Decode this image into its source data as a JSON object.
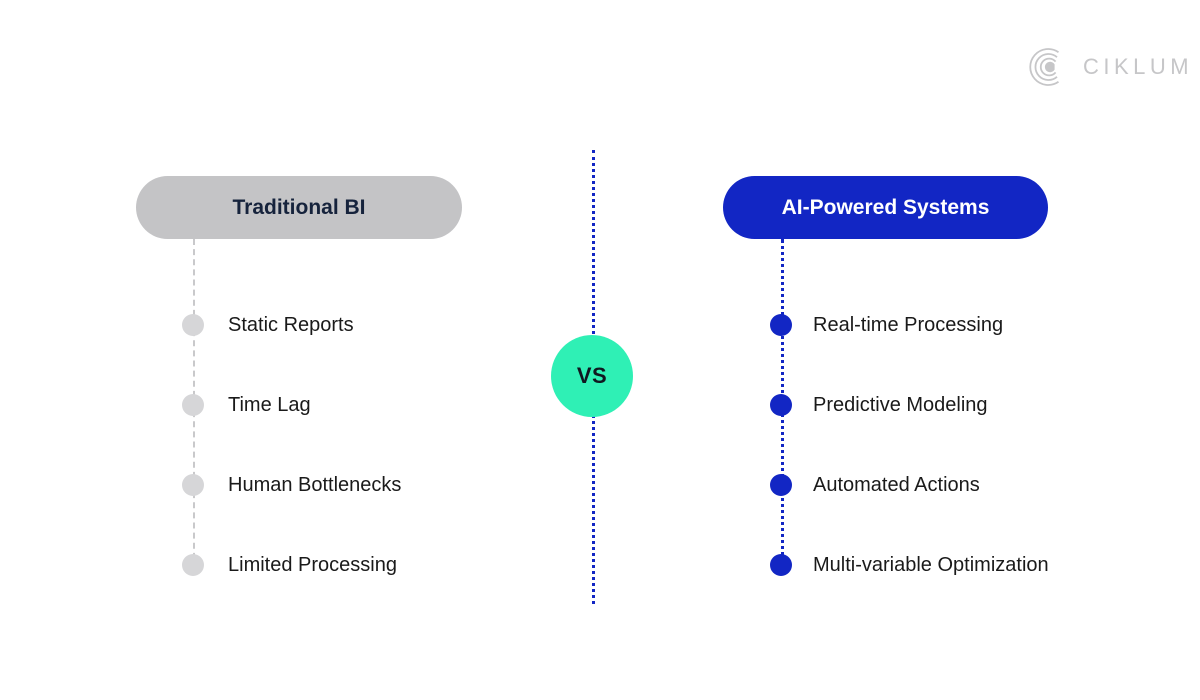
{
  "brand": {
    "mark_icon": "ciklum-c-arcs-logo",
    "name": "CIKLUM",
    "color": "#c6c6c8"
  },
  "center": {
    "vs_label": "VS",
    "vs_circle_color": "#2ff0b5",
    "divider_color": "#1226c4"
  },
  "comparison": {
    "left": {
      "title": "Traditional BI",
      "pill_color": "#c4c4c6",
      "pill_text_color": "#16233c",
      "bullet_color": "#d6d6d8",
      "line_style": "dashed",
      "items": [
        {
          "label": "Static Reports"
        },
        {
          "label": "Time Lag"
        },
        {
          "label": "Human Bottlenecks"
        },
        {
          "label": "Limited Processing"
        }
      ]
    },
    "right": {
      "title": "AI-Powered Systems",
      "pill_color": "#1226c4",
      "pill_text_color": "#ffffff",
      "bullet_color": "#1226c4",
      "line_style": "dotted",
      "items": [
        {
          "label": "Real-time Processing"
        },
        {
          "label": "Predictive Modeling"
        },
        {
          "label": "Automated Actions"
        },
        {
          "label": "Multi-variable Optimization"
        }
      ]
    }
  }
}
